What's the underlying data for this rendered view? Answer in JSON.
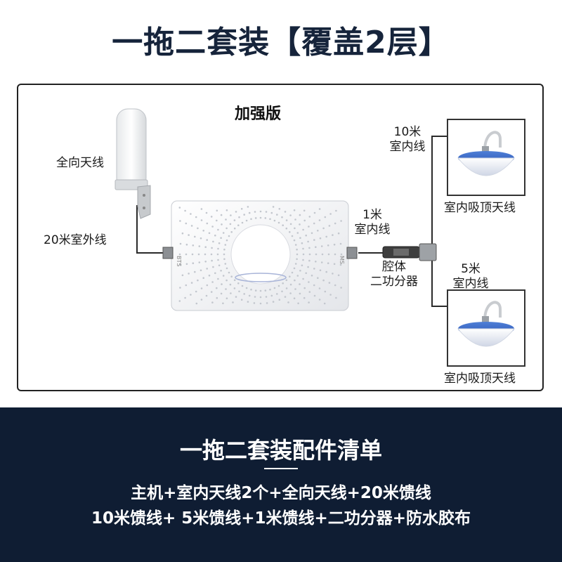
{
  "page_title": "一拖二套装【覆盖2层】",
  "diagram": {
    "version_label": "加强版",
    "omni_antenna_label": "全向天线",
    "outdoor_cable_label": "20米室外线",
    "repeater_port_left": "BTS",
    "repeater_port_right": "MS",
    "cable_1m_line1": "1米",
    "cable_1m_line2": "室内线",
    "splitter_line1": "腔体",
    "splitter_line2": "二功分器",
    "cable_10m_line1": "10米",
    "cable_10m_line2": "室内线",
    "cable_5m_line1": "5米",
    "cable_5m_line2": "室内线",
    "ceiling_antenna_top_label": "室内吸顶天线",
    "ceiling_antenna_bottom_label": "室内吸顶天线"
  },
  "parts_list": {
    "title": "一拖二套装配件清单",
    "line1": "主机+室内天线2个+全向天线+20米馈线",
    "line2": "10米馈线+ 5米馈线+1米馈线+二功分器+防水胶布"
  }
}
